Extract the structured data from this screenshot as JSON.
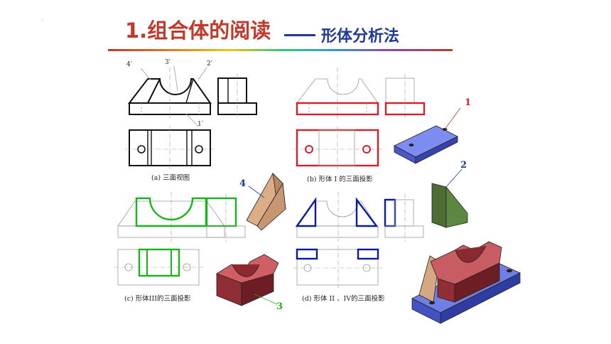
{
  "title": {
    "number_text": "1.",
    "main": "组合体的阅读",
    "dash": "——",
    "sub": "形体分析法"
  },
  "colors": {
    "title_main": "#c0392b",
    "title_sub": "#1f3a93",
    "part1": "#d61f26",
    "part2": "#0a1aa8",
    "part3": "#1bb31b",
    "part1_solid": "#6f7fe4",
    "part2_solid": "#557a3f",
    "part3_solid": "#c2595e",
    "part4_solid": "#d6a883"
  },
  "captions": {
    "a": "(a)  三面视图",
    "b": "(b)  形体 I 的三面投影",
    "c": "(c)  形体III的三面投影",
    "d": "(d)  形体 II 、IV的三面投影"
  },
  "view_labels": [
    "4′",
    "3′",
    "2′",
    "1′"
  ],
  "callouts": {
    "n1": "1",
    "n2": "2",
    "n3": "3",
    "n4": "4"
  }
}
